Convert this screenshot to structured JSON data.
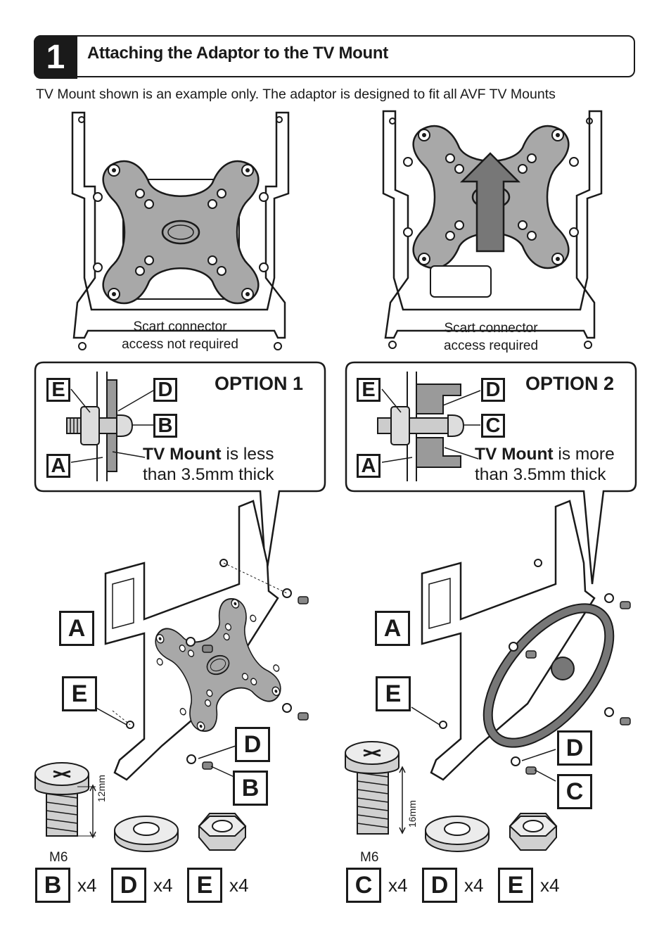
{
  "header": {
    "step_number": "1",
    "title": "Attaching the Adaptor to the TV Mount"
  },
  "intro": "TV Mount shown is an example only. The adaptor is designed to fit all AVF TV Mounts",
  "top_left": {
    "caption_line1": "Scart connector",
    "caption_line2": "access not required"
  },
  "top_right": {
    "caption_line1": "Scart connector",
    "caption_line2": "access required"
  },
  "option1": {
    "title": "OPTION 1",
    "desc_bold": "TV Mount",
    "desc_rest": " is less",
    "desc_line2": "than 3.5mm thick",
    "labels": {
      "e": "E",
      "d": "D",
      "b": "B",
      "a": "A"
    }
  },
  "option2": {
    "title": "OPTION 2",
    "desc_bold": "TV Mount",
    "desc_rest": " is more",
    "desc_line2": "than 3.5mm thick",
    "labels": {
      "e": "E",
      "d": "D",
      "c": "C",
      "a": "A"
    }
  },
  "left_assembly": {
    "a": "A",
    "e": "E",
    "d": "D",
    "b": "B"
  },
  "right_assembly": {
    "a": "A",
    "e": "E",
    "d": "D",
    "c": "C"
  },
  "parts_left": {
    "screw_length": "12mm",
    "thread": "M6",
    "items": [
      {
        "letter": "B",
        "qty": "x4"
      },
      {
        "letter": "D",
        "qty": "x4"
      },
      {
        "letter": "E",
        "qty": "x4"
      }
    ]
  },
  "parts_right": {
    "screw_length": "16mm",
    "thread": "M6",
    "items": [
      {
        "letter": "C",
        "qty": "x4"
      },
      {
        "letter": "D",
        "qty": "x4"
      },
      {
        "letter": "E",
        "qty": "x4"
      }
    ]
  },
  "colors": {
    "ink": "#1a1a1a",
    "plate_grey": "#a8a8a8",
    "arrow_grey": "#777777",
    "light_grey": "#d0d0d0"
  }
}
